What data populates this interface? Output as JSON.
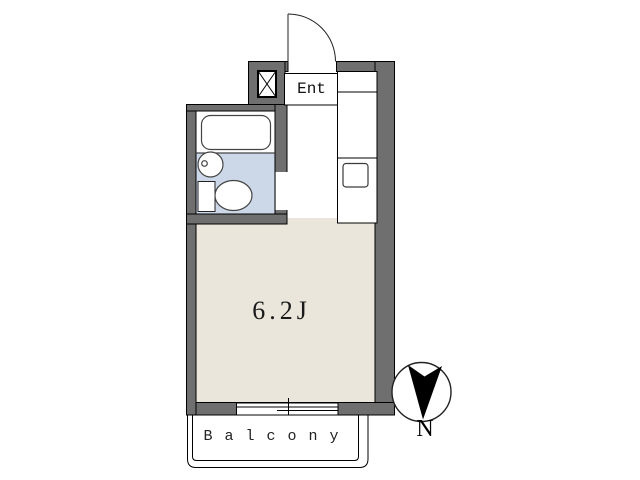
{
  "plan": {
    "type": "apartment-floor-plan",
    "labels": {
      "entrance": "Ent",
      "main_room": "6.2J",
      "balcony": "Balcony",
      "compass_north": "N"
    },
    "colors": {
      "wall": "#6f6f6f",
      "main_room_floor": "#eae6db",
      "bathroom_floor": "#ccd7e8",
      "outline": "#000000",
      "background": "#ffffff"
    },
    "fixtures": [
      "entry-door",
      "pipe-shaft",
      "kitchen-counter",
      "kitchen-sink",
      "bathtub",
      "washbasin",
      "toilet",
      "sliding-window",
      "balcony",
      "compass"
    ]
  }
}
